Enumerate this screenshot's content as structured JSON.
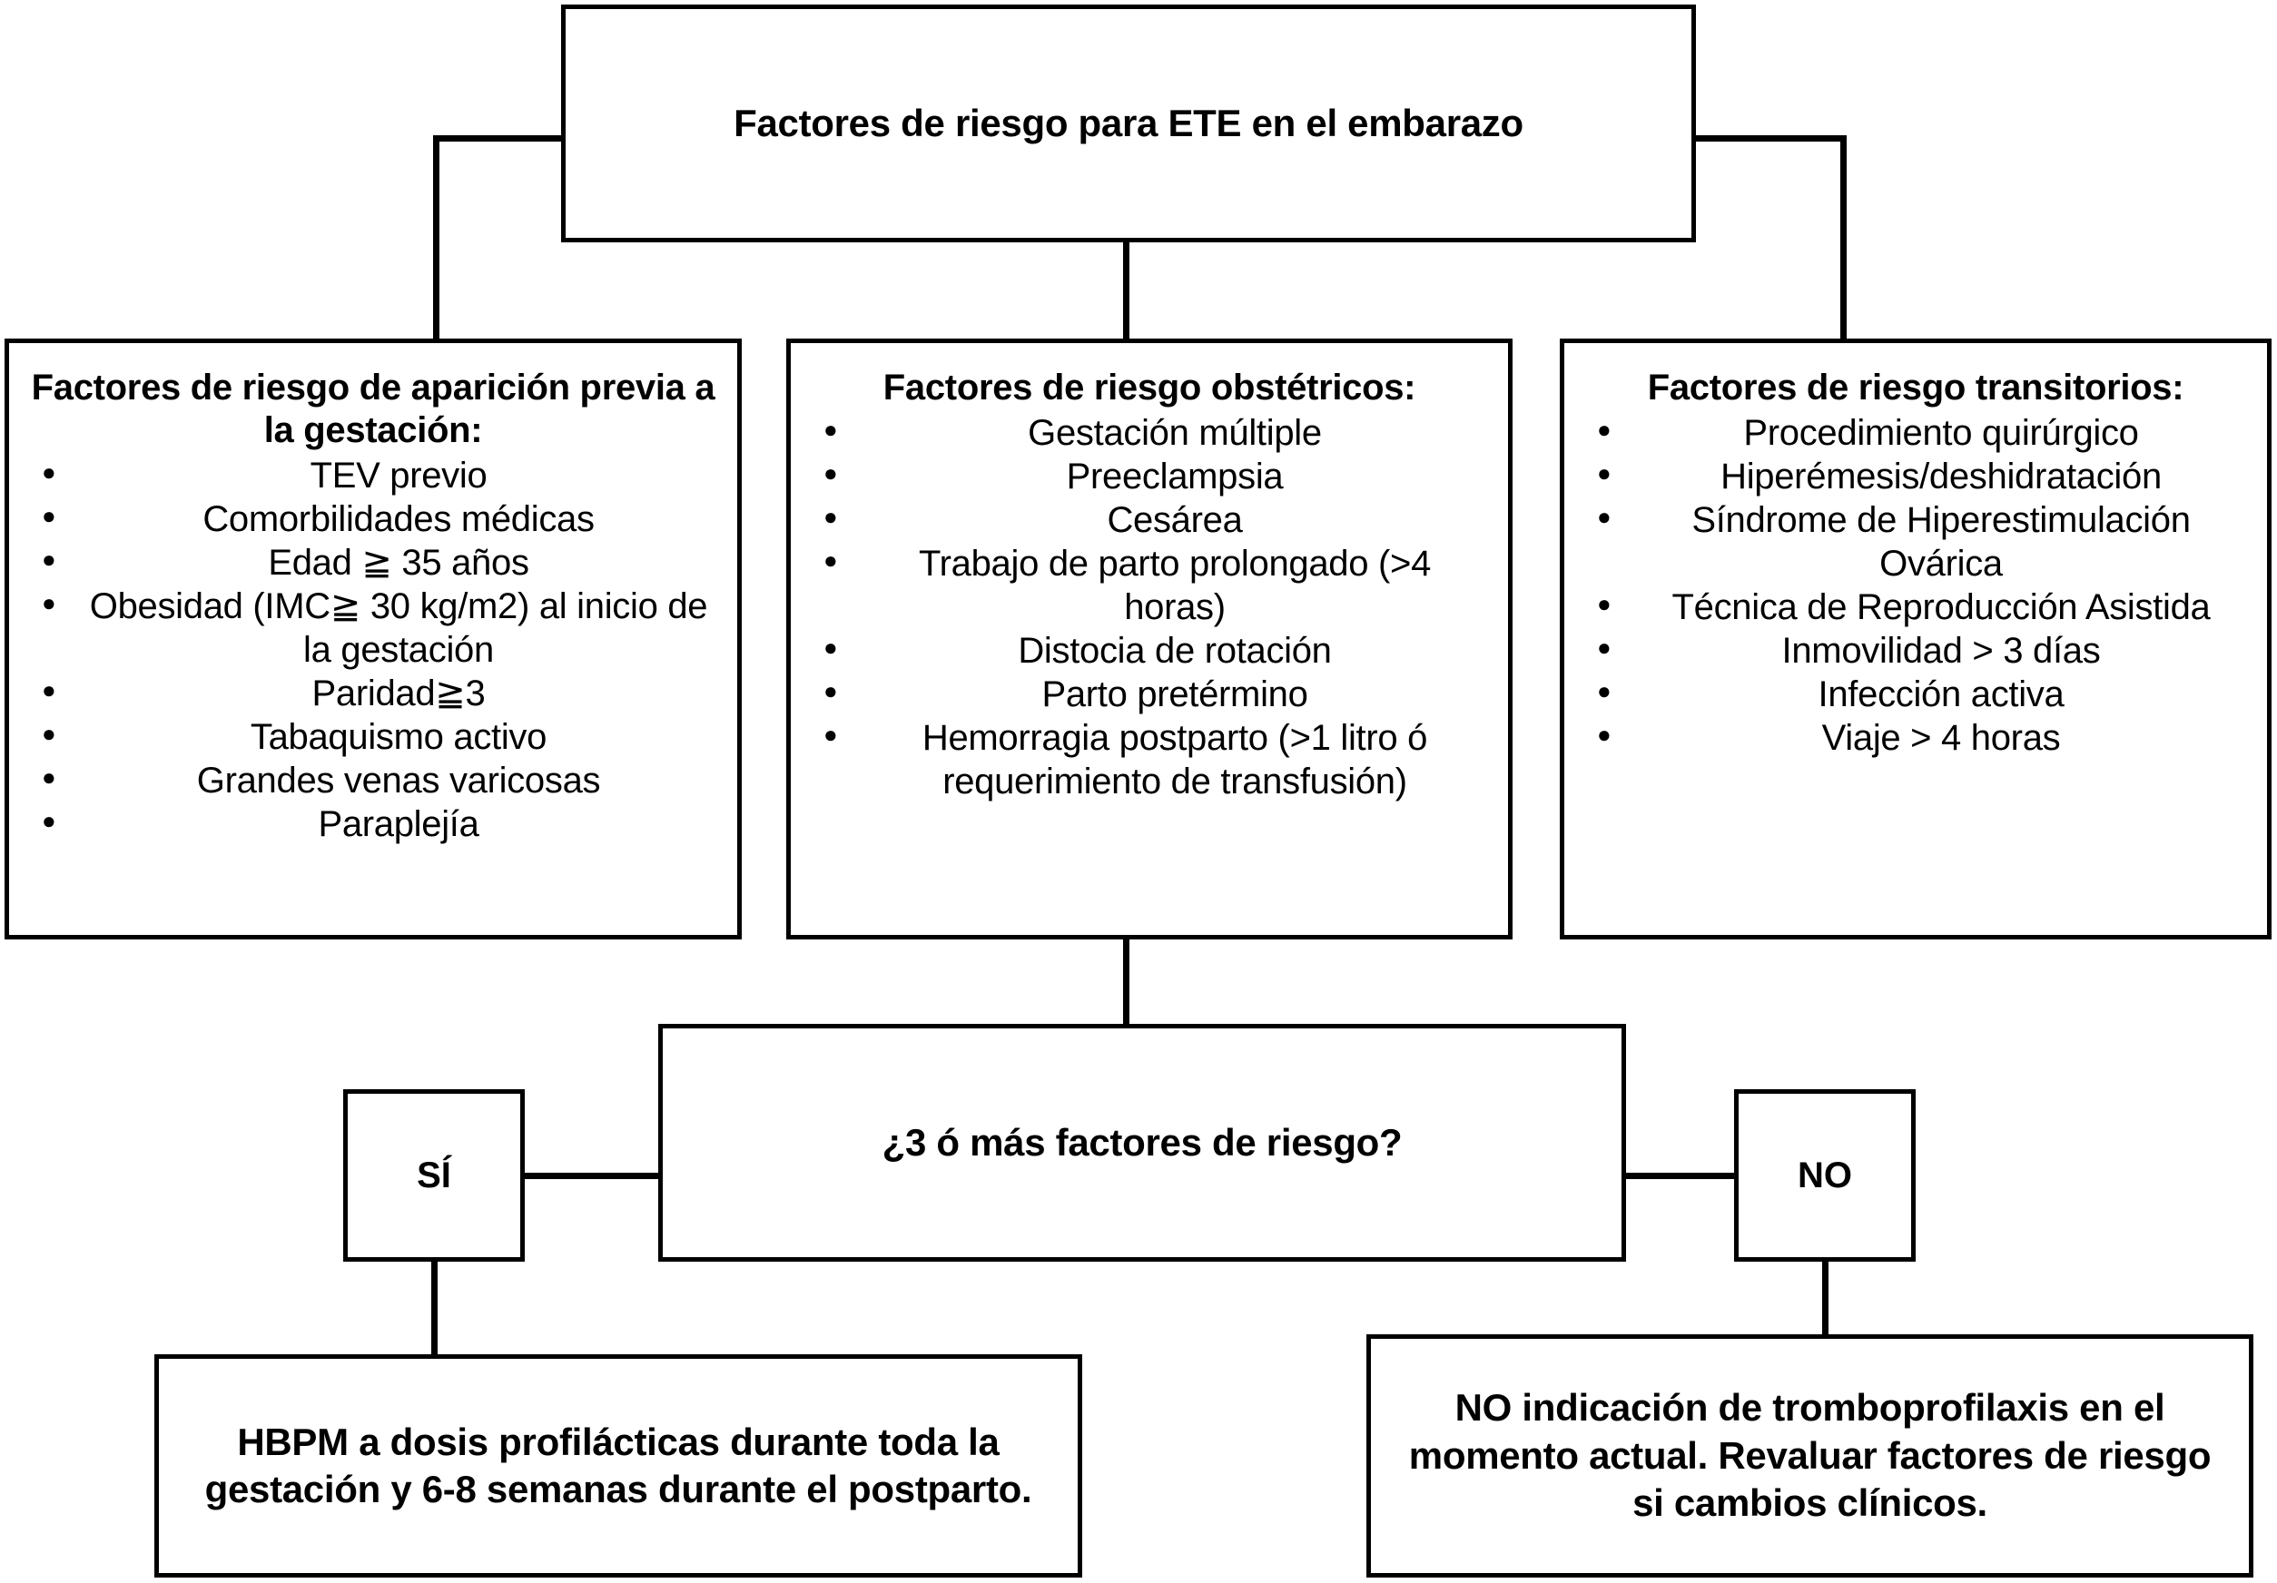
{
  "diagram": {
    "title": "Factores de riesgo para ETE en el embarazo",
    "root": {
      "label": "Factores de riesgo para ETE en el embarazo"
    },
    "columns": [
      {
        "id": "pregestational",
        "heading": "Factores de riesgo de aparición previa a la gestación:",
        "items": [
          "TEV previo",
          "Comorbilidades médicas",
          "Edad ≧ 35 años",
          "Obesidad (IMC≧ 30 kg/m2) al inicio de la gestación",
          "Paridad≧3",
          "Tabaquismo activo",
          "Grandes venas varicosas",
          "Paraplejía"
        ]
      },
      {
        "id": "obstetric",
        "heading": "Factores de riesgo obstétricos:",
        "items": [
          "Gestación múltiple",
          "Preeclampsia",
          "Cesárea",
          "Trabajo de parto prolongado (>4 horas)",
          "Distocia de rotación",
          "Parto pretérmino",
          "Hemorragia postparto (>1 litro ó requerimiento de transfusión)"
        ]
      },
      {
        "id": "transient",
        "heading": "Factores de riesgo transitorios:",
        "items": [
          "Procedimiento quirúrgico",
          "Hiperémesis/deshidratación",
          "Síndrome de Hiperestimulación Ovárica",
          "Técnica de Reproducción Asistida",
          "Inmovilidad > 3 días",
          "Infección activa",
          "Viaje > 4 horas"
        ]
      }
    ],
    "decision": {
      "question": "¿3 ó más factores de riesgo?",
      "yes_label": "SÍ",
      "no_label": "NO"
    },
    "outcomes": {
      "yes": "HBPM a dosis profilácticas durante toda la gestación y 6-8 semanas durante el postparto.",
      "no": "NO indicación de tromboprofilaxis en el momento actual. Revaluar factores de riesgo si cambios clínicos."
    },
    "style": {
      "stroke_color": "#000000",
      "fill_color": "#ffffff",
      "text_color": "#000000"
    }
  }
}
